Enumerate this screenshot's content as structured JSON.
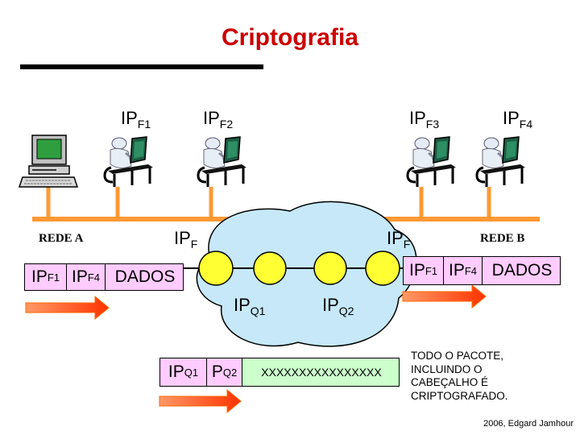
{
  "title": "Criptografia",
  "hosts": {
    "f1": {
      "base": "IP",
      "sub": "F1"
    },
    "f2": {
      "base": "IP",
      "sub": "F2"
    },
    "f3": {
      "base": "IP",
      "sub": "F3"
    },
    "f4": {
      "base": "IP",
      "sub": "F4"
    }
  },
  "networks": {
    "a": "REDE A",
    "b": "REDE B"
  },
  "gateways": {
    "left": {
      "base": "IP",
      "sub": "F"
    },
    "right": {
      "base": "IP",
      "sub": "F"
    }
  },
  "tunnel_routers": {
    "q1": {
      "base": "IP",
      "sub": "Q1"
    },
    "q2": {
      "base": "IP",
      "sub": "Q2"
    }
  },
  "packet_left": [
    {
      "base": "IP",
      "sub": "F1"
    },
    {
      "base": "IP",
      "sub": "F4"
    },
    {
      "base": "DADOS",
      "sub": ""
    }
  ],
  "packet_right": [
    {
      "base": "IP",
      "sub": "F1"
    },
    {
      "base": "IP",
      "sub": "F4"
    },
    {
      "base": "DADOS",
      "sub": ""
    }
  ],
  "packet_tunnel": [
    {
      "base": "IP",
      "sub": "Q1"
    },
    {
      "base": "P",
      "sub": "Q2"
    },
    {
      "base": "XXXXXXXXXXXXXXXX",
      "sub": ""
    }
  ],
  "note": [
    "TODO O PACOTE,",
    "INCLUINDO O",
    "CABEÇALHO É",
    "CRIPTOGRAFADO."
  ],
  "credit": "2006, Edgard Jamhour",
  "colors": {
    "title": "#cc0000",
    "network_line": "#ff9933",
    "cloud": "#c6e8f8",
    "node": "#ffff33",
    "packet_header": "#ffccff",
    "packet_data": "#ccffcc",
    "arrow": "#ff6600"
  }
}
